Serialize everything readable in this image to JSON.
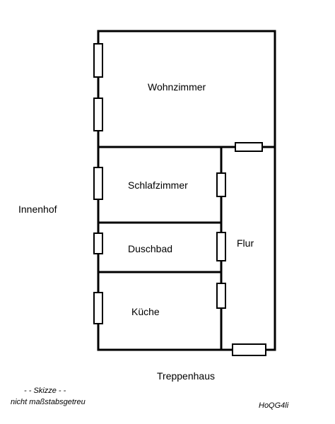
{
  "rooms": {
    "living_room": "Wohnzimmer",
    "bedroom": "Schlafzimmer",
    "shower_bath": "Duschbad",
    "kitchen": "Küche",
    "hallway": "Flur"
  },
  "surroundings": {
    "courtyard": "Innenhof",
    "staircase": "Treppenhaus"
  },
  "notes": {
    "sketch": "- - Skizze - -",
    "not_to_scale": "nicht maßstabsgetreu",
    "code": "HoQG4li"
  },
  "colors": {
    "wall": "#000000",
    "background": "#ffffff"
  }
}
